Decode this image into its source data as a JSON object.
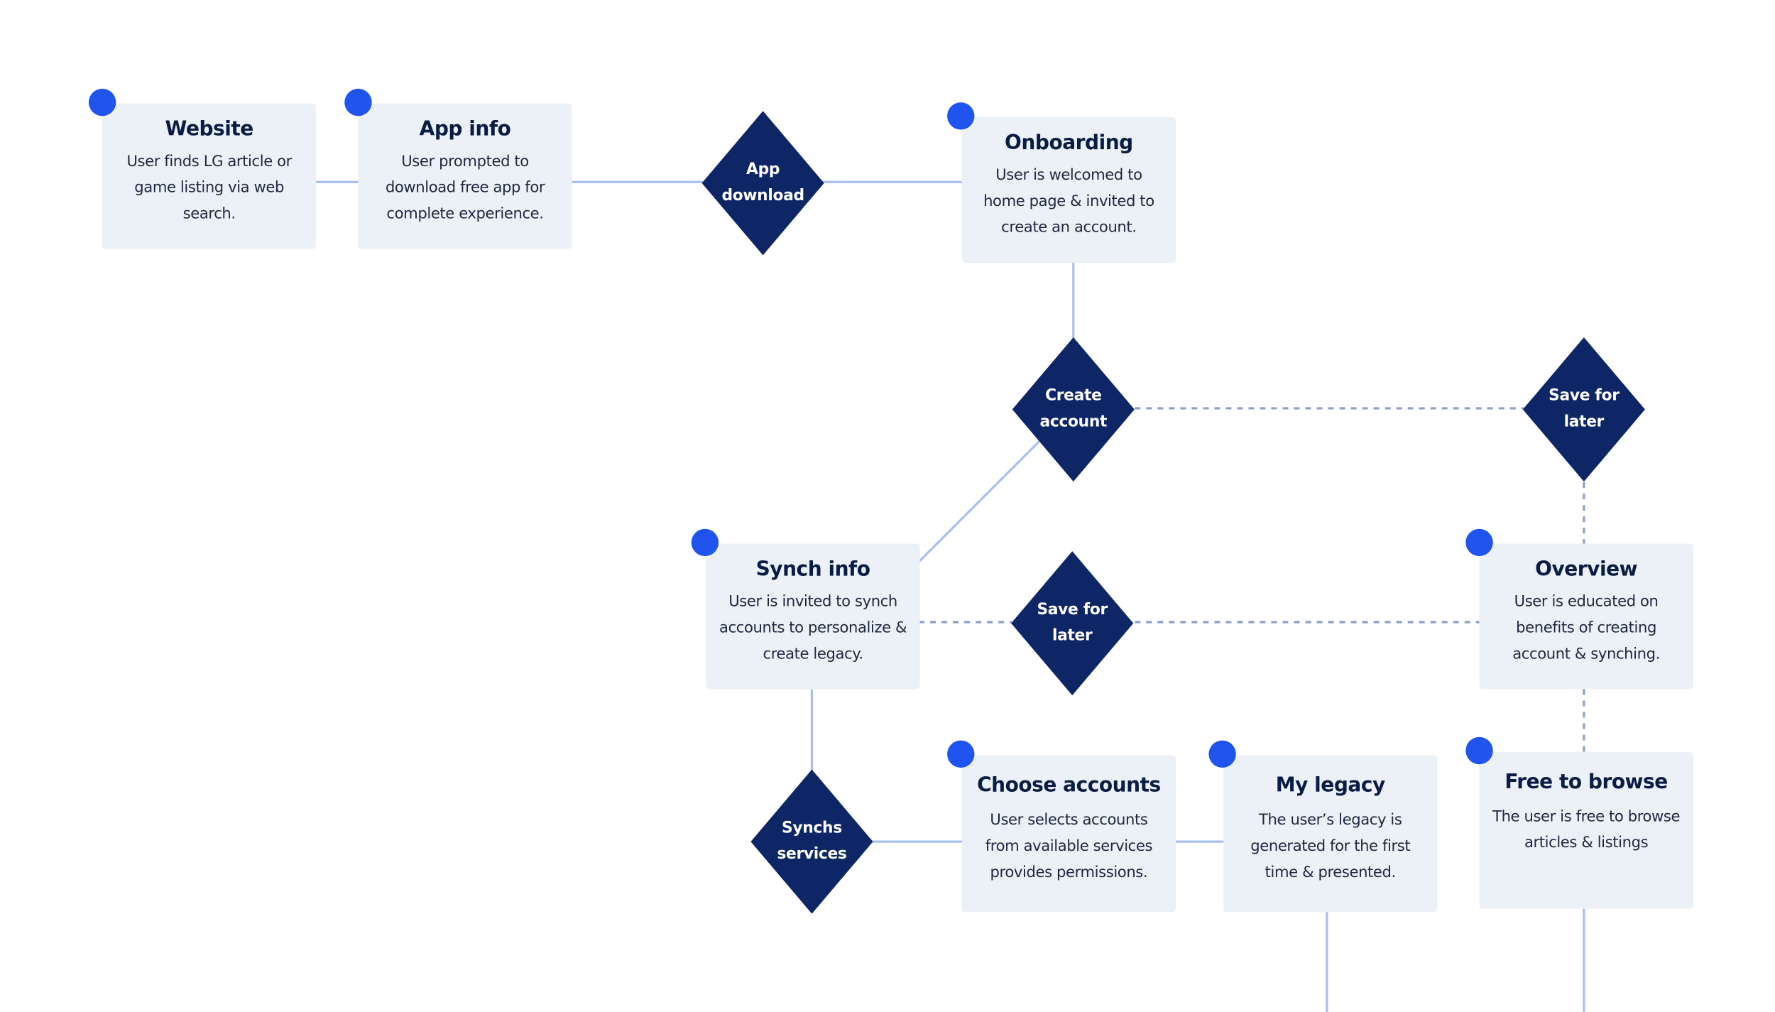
{
  "diagram": {
    "screens": {
      "website": {
        "title": "Website",
        "desc": "User finds LG article or\ngame listing via web\nsearch."
      },
      "app_info": {
        "title": "App info",
        "desc": "User prompted to\ndownload free app for\ncomplete experience."
      },
      "onboarding": {
        "title": "Onboarding",
        "desc": "User is welcomed to\nhome page & invited to\ncreate an account."
      },
      "synch_info": {
        "title": "Synch info",
        "desc": "User is invited to synch\naccounts to personalize &\ncreate legacy."
      },
      "overview": {
        "title": "Overview",
        "desc": "User is educated on\nbenefits of creating\naccount & synching."
      },
      "choose_accounts": {
        "title": "Choose accounts",
        "desc": "User selects accounts\nfrom available services\nprovides permissions."
      },
      "my_legacy": {
        "title": "My legacy",
        "desc": "The user’s legacy is\ngenerated for the first\ntime & presented."
      },
      "free_to_browse": {
        "title": "Free to browse",
        "desc": "The user is free to browse\narticles & listings"
      }
    },
    "decisions": {
      "app_download": "App\ndownload",
      "create_account": "Create\naccount",
      "save_for_later_top": "Save for\nlater",
      "save_for_later_mid": "Save for\nlater",
      "synchs_services": "Synchs\nservices"
    },
    "colors": {
      "screen_fill": "#ecf0f7",
      "decision_fill": "#0e2566",
      "marker_dot": "#1f55ee",
      "solid_connector": "#a7bff0",
      "dashed_connector": "#8b9fc9",
      "title_text": "#0b1c44"
    }
  }
}
